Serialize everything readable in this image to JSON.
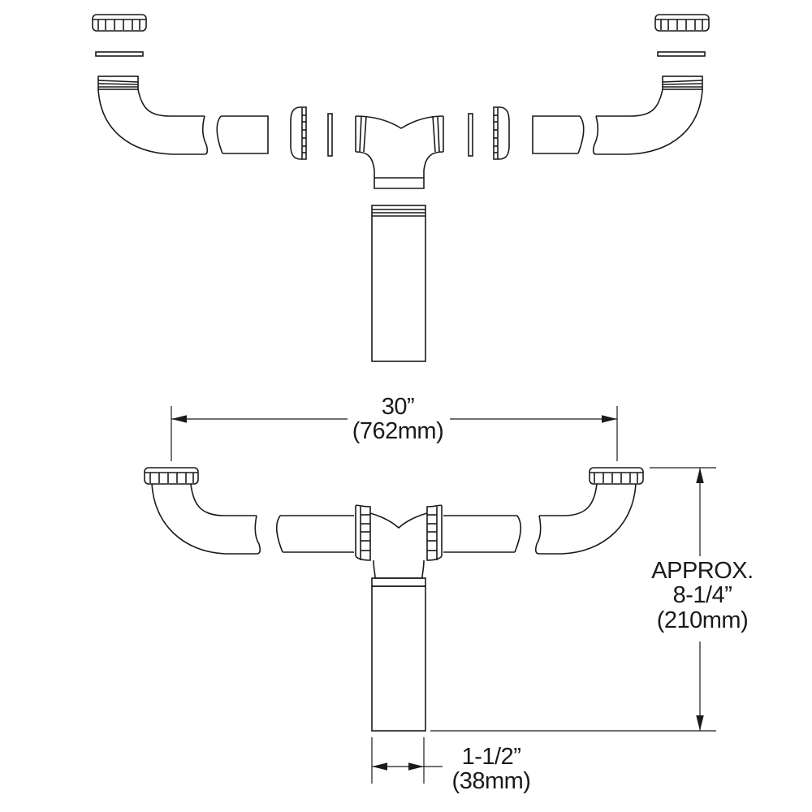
{
  "diagram": {
    "title": "Continuous waste fitting exploded and assembled view",
    "line_color": "#1a1a1a",
    "background": "#ffffff",
    "exploded_view": {
      "parts": [
        "slip-nut-left",
        "washer-left",
        "elbow-left",
        "pipe-left",
        "slip-nut-tee-left",
        "washer-tee-left",
        "tee-fitting",
        "washer-tee-right",
        "slip-nut-tee-right",
        "pipe-right",
        "elbow-right",
        "washer-right",
        "slip-nut-right",
        "tailpiece"
      ]
    },
    "dimensions": {
      "width": {
        "line1": "30”",
        "line2": "(762mm)"
      },
      "height": {
        "line1": "APPROX.",
        "line2": "8-1/4”",
        "line3": "(210mm)"
      },
      "diameter": {
        "line1": "1-1/2”",
        "line2": "(38mm)"
      }
    }
  }
}
